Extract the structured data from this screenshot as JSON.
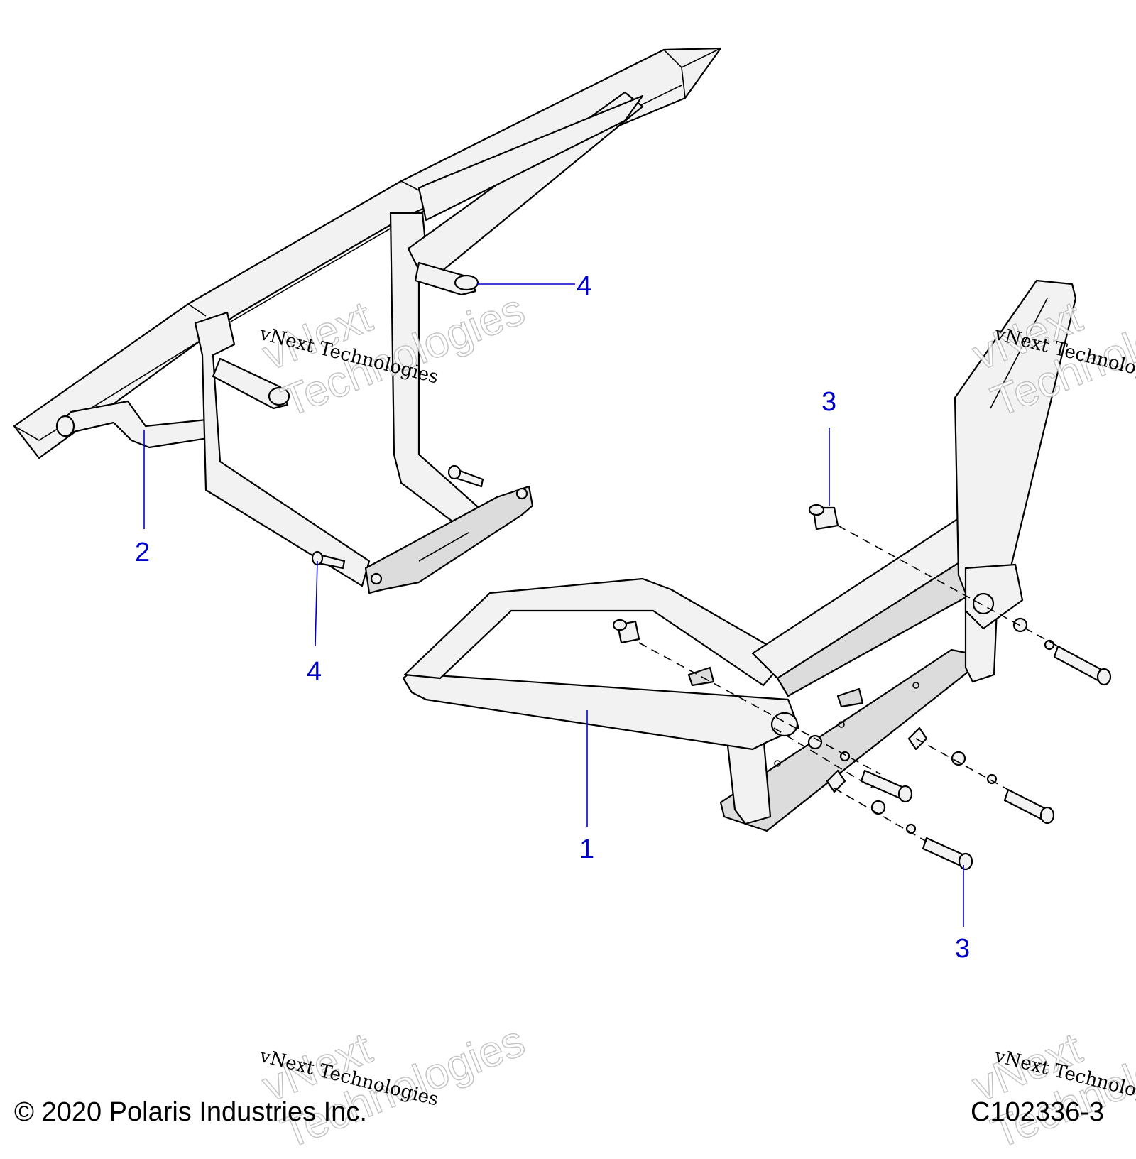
{
  "callouts": {
    "label_1": "1",
    "label_2": "2",
    "label_3_top": "3",
    "label_3_bottom": "3",
    "label_4_top": "4",
    "label_4_bottom": "4"
  },
  "watermark": {
    "small_text": "vNext Technologies",
    "large_line1": "vNext",
    "large_line2": "Technologies"
  },
  "footer": {
    "copyright": "© 2020 Polaris Industries Inc.",
    "figure_id": "C102336-3"
  },
  "colors": {
    "callout": "#0000cc",
    "line_art": "#000000",
    "part_fill": "#f2f2f2"
  }
}
